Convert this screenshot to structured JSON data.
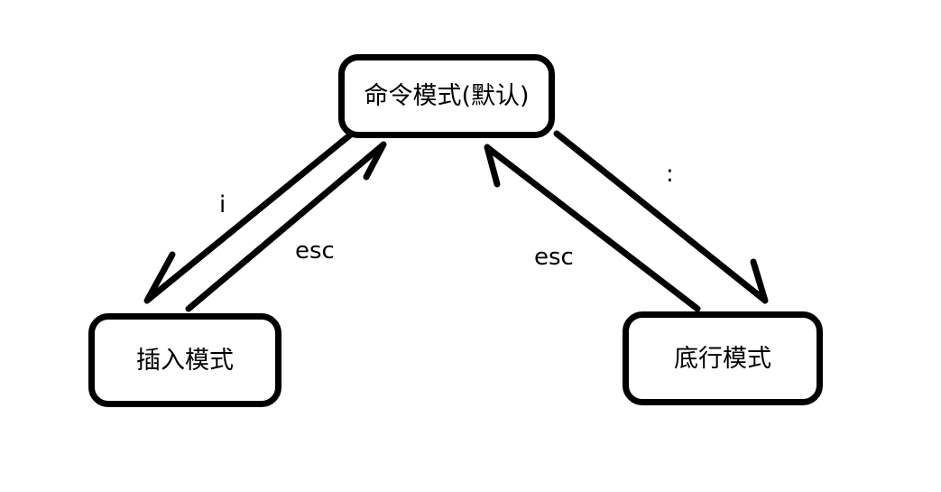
{
  "diagram": {
    "title": "vim-mode-state-diagram",
    "background_color": "#ffffff",
    "stroke_color": "#000000",
    "nodes": [
      {
        "id": "command",
        "label": "命令模式(默认)",
        "shape": "rounded-rectangle",
        "position": "top-center"
      },
      {
        "id": "insert",
        "label": "插入模式",
        "shape": "rounded-rectangle",
        "position": "bottom-left"
      },
      {
        "id": "lastline",
        "label": "底行模式",
        "shape": "rounded-rectangle",
        "position": "bottom-right"
      }
    ],
    "edges": [
      {
        "id": "command-to-insert",
        "label": "i",
        "from": "command",
        "to": "insert",
        "arrowhead": "end"
      },
      {
        "id": "insert-to-command",
        "label": "esc",
        "from": "insert",
        "to": "command",
        "arrowhead": "end"
      },
      {
        "id": "lastline-to-command",
        "label": "esc",
        "from": "lastline",
        "to": "command",
        "arrowhead": "end"
      },
      {
        "id": "command-to-lastline",
        "label": ":",
        "from": "command",
        "to": "lastline",
        "arrowhead": "end"
      }
    ]
  }
}
